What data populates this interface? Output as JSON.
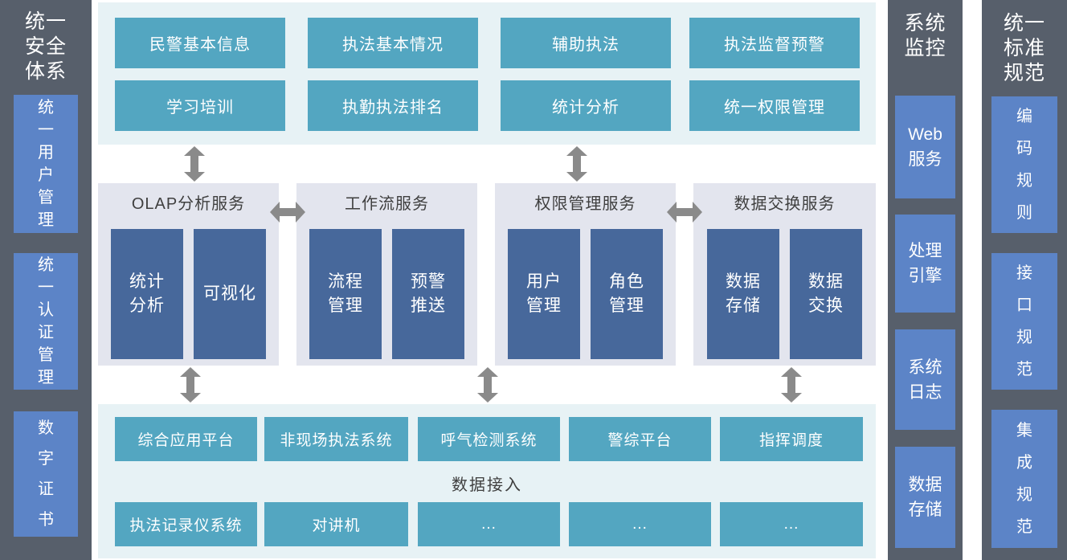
{
  "colors": {
    "teal": "#53a6c1",
    "slate_blue": "#47689b",
    "rail_gray": "#575f6b",
    "rail_blue": "#5c84c7",
    "band_bg": "#e7f2f5",
    "panel_bg": "#e3e5ee",
    "arrow_gray": "#8a8a8a",
    "dark_text": "#3f3f3f"
  },
  "left_rail": {
    "title": "统一\n安全\n体系",
    "items": [
      {
        "label": "统\n一\n用\n户\n管\n理"
      },
      {
        "label": "统\n一\n认\n证\n管\n理"
      },
      {
        "label": "数\n字\n证\n书"
      }
    ]
  },
  "top_band": {
    "rows": [
      [
        "民警基本信息",
        "执法基本情况",
        "辅助执法",
        "执法监督预警"
      ],
      [
        "学习培训",
        "执勤执法排名",
        "统计分析",
        "统一权限管理"
      ]
    ]
  },
  "services": [
    {
      "title": "OLAP分析服务",
      "boxes": [
        "统计\n分析",
        "可视化"
      ]
    },
    {
      "title": "工作流服务",
      "boxes": [
        "流程\n管理",
        "预警\n推送"
      ]
    },
    {
      "title": "权限管理服务",
      "boxes": [
        "用户\n管理",
        "角色\n管理"
      ]
    },
    {
      "title": "数据交换服务",
      "boxes": [
        "数据\n存储",
        "数据\n交换"
      ]
    }
  ],
  "access_band": {
    "label": "数据接入",
    "row1": [
      "综合应用平台",
      "非现场执法系统",
      "呼气检测系统",
      "警综平台",
      "指挥调度"
    ],
    "row2": [
      "执法记录仪系统",
      "对讲机",
      "...",
      "...",
      "..."
    ]
  },
  "monitor_rail": {
    "title": "系统\n监控",
    "items": [
      {
        "label": "Web\n服务"
      },
      {
        "label": "处理\n引擎"
      },
      {
        "label": "系统\n日志"
      },
      {
        "label": "数据\n存储"
      }
    ]
  },
  "standards_rail": {
    "title": "统一\n标准\n规范",
    "items": [
      {
        "label": "编\n码\n规\n则"
      },
      {
        "label": "接\n口\n规\n范"
      },
      {
        "label": "集\n成\n规\n范"
      }
    ]
  }
}
